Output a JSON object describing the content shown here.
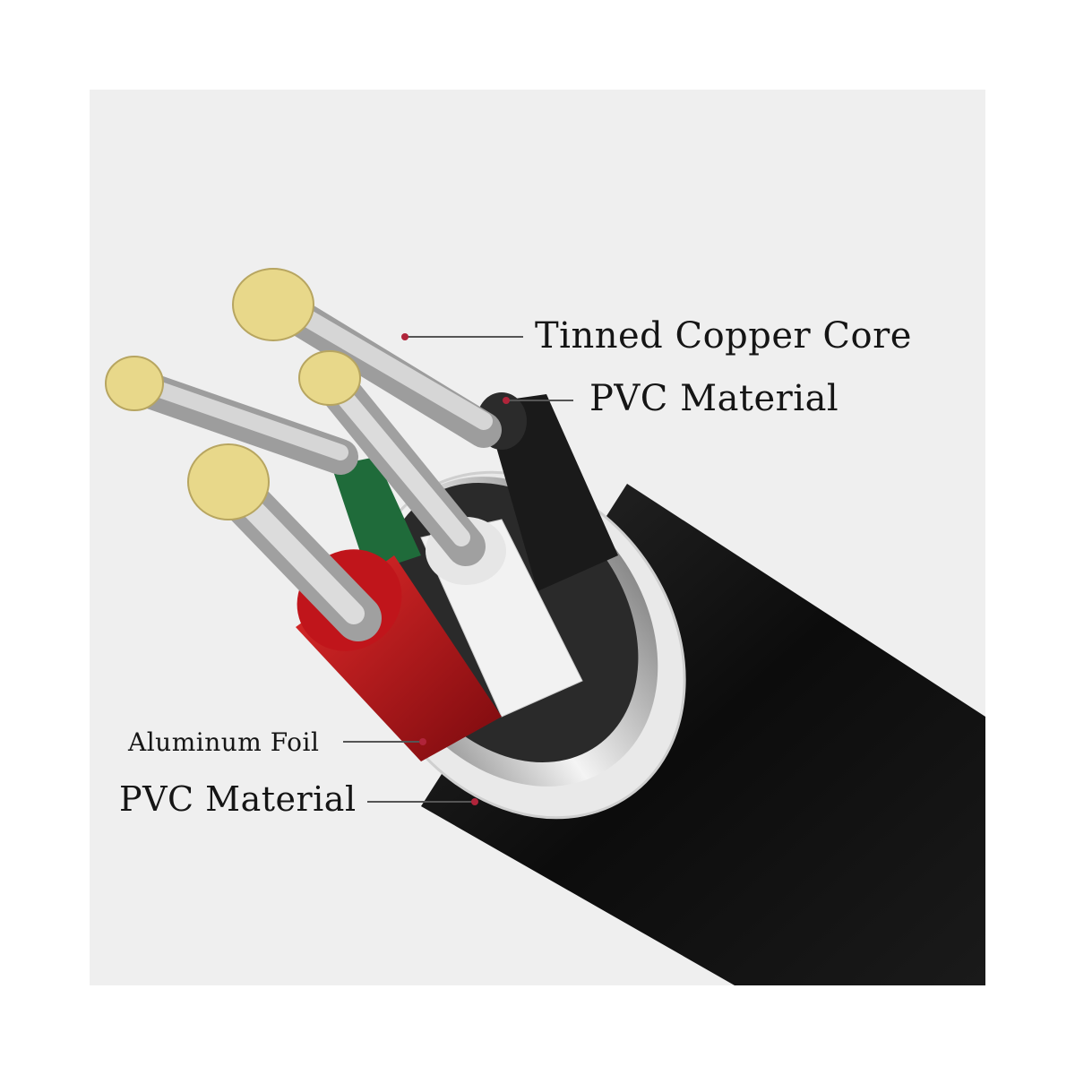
{
  "labels": {
    "tinned_copper_core": "Tinned Copper Core",
    "pvc_material_inner": "PVC Material",
    "aluminum_foil": "Aluminum Foil",
    "pvc_material_outer": "PVC Material"
  },
  "colors": {
    "background": "#efefef",
    "jacket": "#111111",
    "wire_red": "#c0151b",
    "wire_white": "#f2f2f2",
    "wire_black": "#1a1a1a",
    "wire_green": "#1f6b3a",
    "strand_tip": "#e8d88a",
    "leader_dot": "#b0243a"
  }
}
